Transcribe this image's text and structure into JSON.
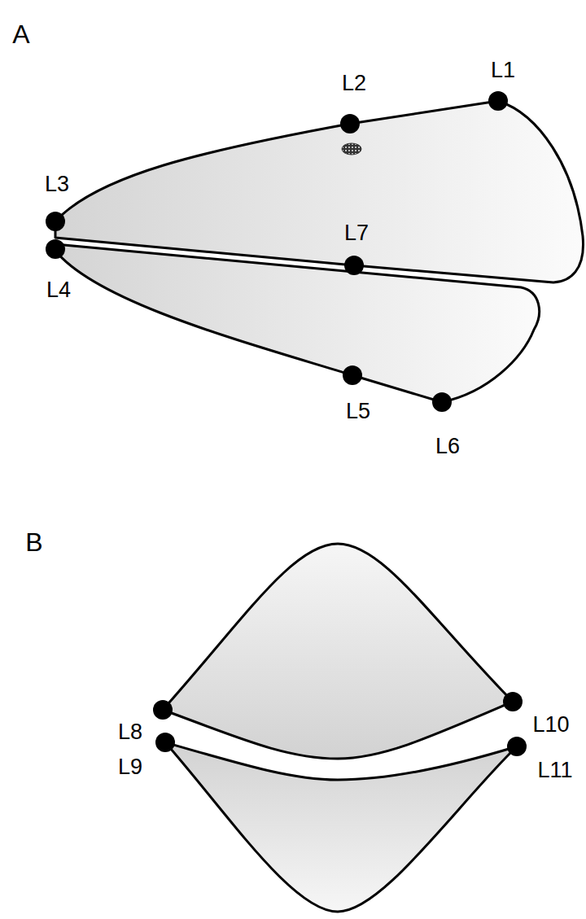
{
  "diagram": {
    "labels": [
      "A",
      "L1",
      "L2",
      "L3",
      "L7",
      "L4",
      "L5",
      "L6",
      "B",
      "L8",
      "L10",
      "L9",
      "L11"
    ]
  }
}
